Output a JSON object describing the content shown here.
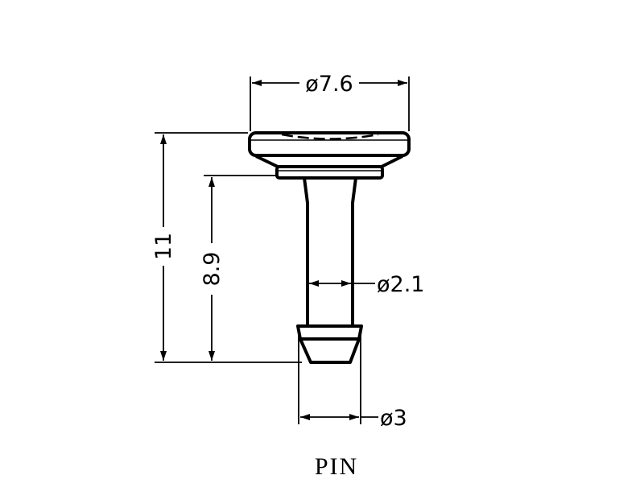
{
  "title": "PIN",
  "dimensions": {
    "head_diameter": "ø7.6",
    "overall_length": "11",
    "shaft_length": "8.9",
    "shaft_diameter": "ø2.1",
    "tip_diameter": "ø3"
  }
}
